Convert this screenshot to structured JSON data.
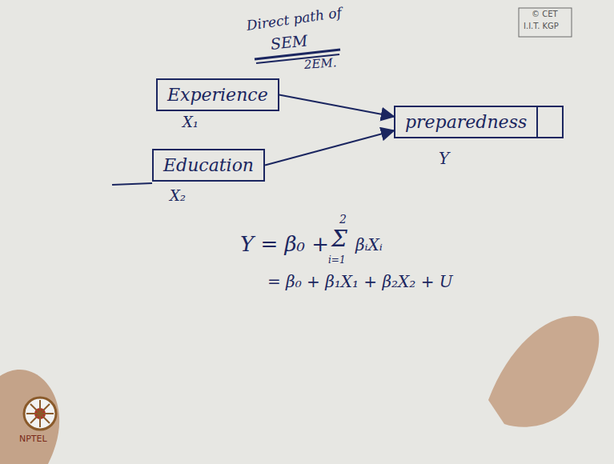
{
  "diagram": {
    "nodes": [
      {
        "text": [
          "Experience"
        ]
      },
      {
        "text": [
          "Education"
        ]
      },
      {
        "text": [
          "preparedness"
        ]
      }
    ],
    "edges": [
      {
        "from": 0,
        "to": 2,
        "arrow": "to"
      },
      {
        "from": 1,
        "to": 2,
        "arrow": "to"
      }
    ],
    "labels": [
      "Direct path of",
      "SEM",
      "2EM.",
      "© CET",
      "I.I.T. KGP",
      "X₁",
      "X₂",
      "Y",
      "Y = β₀ +",
      "2",
      "Σ",
      "i=1",
      "βᵢXᵢ",
      "= β₀ + β₁X₁ + β₂X₂ + U",
      "NPTEL"
    ]
  }
}
